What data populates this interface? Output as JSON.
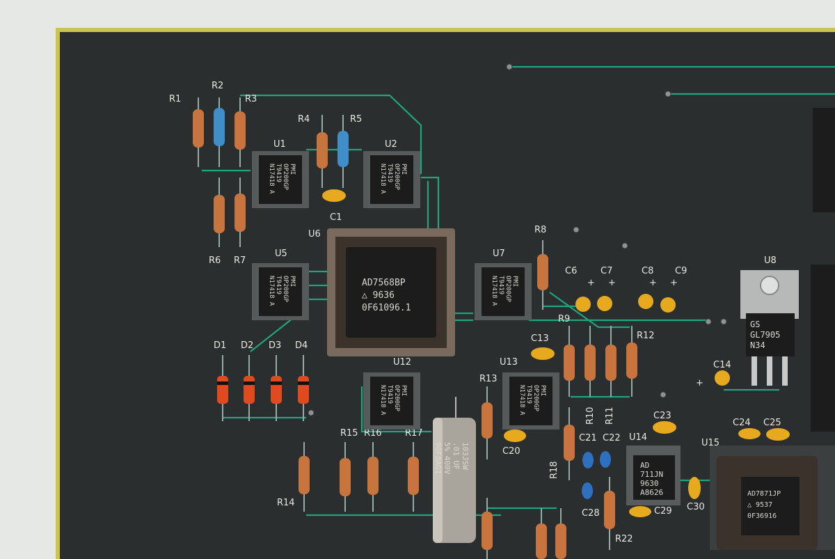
{
  "colors": {
    "board": "#2b2e2f",
    "board_edge": "#c9c456",
    "trace": "#1fa67e",
    "silkscreen": "#e8e8e0",
    "chip_body": "#1c1c1c",
    "resistor_tan": "#c8743e",
    "resistor_blue": "#3f8ec7",
    "capacitor_yellow": "#e7a91d",
    "capacitor_blue": "#2e6fc0"
  },
  "labels": {
    "R1": "R1",
    "R2": "R2",
    "R3": "R3",
    "R4": "R4",
    "R5": "R5",
    "R6": "R6",
    "R7": "R7",
    "R8": "R8",
    "R9": "R9",
    "R10": "R10",
    "R11": "R11",
    "R12": "R12",
    "R13": "R13",
    "R14": "R14",
    "R15": "R15",
    "R16": "R16",
    "R17": "R17",
    "R18": "R18",
    "R22": "R22",
    "U1": "U1",
    "U2": "U2",
    "U5": "U5",
    "U6": "U6",
    "U7": "U7",
    "U8": "U8",
    "U12": "U12",
    "U13": "U13",
    "U14": "U14",
    "U15": "U15",
    "C1": "C1",
    "C6": "C6",
    "C7": "C7",
    "C8": "C8",
    "C9": "C9",
    "C13": "C13",
    "C14": "C14",
    "C20": "C20",
    "C21": "C21",
    "C22": "C22",
    "C23": "C23",
    "C24": "C24",
    "C25": "C25",
    "C28": "C28",
    "C29": "C29",
    "C30": "C30",
    "D1": "D1",
    "D2": "D2",
    "D3": "D3",
    "D4": "D4",
    "plus": "+"
  },
  "chips": {
    "u6_line1": "AD7568BP",
    "u6_line2": "△ 9636",
    "u6_line3": "0F61096.1",
    "op_line1": "PMI",
    "op_line2": "OP200GP",
    "op_line3a": "T9419",
    "op_line3b": "N17418 A",
    "u14_line1": "AD",
    "u14_line2": "711JN",
    "u14_line3": "9630",
    "u14_line4": "A8626",
    "u8_line1": "GS",
    "u8_line2": "GL7905",
    "u8_line3": "N34",
    "u15_line1": "AD7871JP",
    "u15_line2": "△ 9537",
    "u15_line3": "0F36916",
    "cap_line1": "103JSW",
    ".01 UF": ".01 UF",
    "cap_line3": "5% 400V",
    "cap_line4": "90F8AGI"
  }
}
